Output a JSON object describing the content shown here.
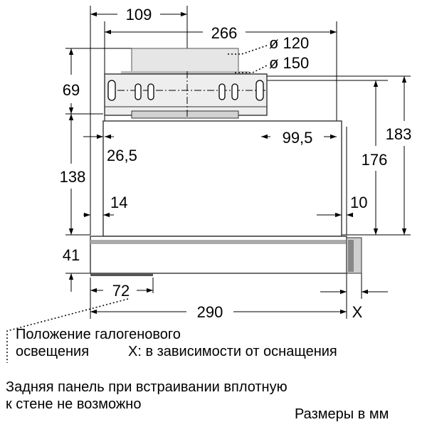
{
  "dimensions": {
    "w109": "109",
    "w266": "266",
    "d120": "ø 120",
    "d150": "ø 150",
    "h69": "69",
    "h183": "183",
    "h176": "176",
    "w99_5": "99,5",
    "w26_5": "26,5",
    "h138": "138",
    "w14": "14",
    "w10": "10",
    "h41": "41",
    "w72": "72",
    "w290": "290",
    "x": "X"
  },
  "notes": {
    "halogen_line1": "Положение галогенового",
    "halogen_line2": "освещения",
    "x_note": "X: в зависимости от оснащения",
    "rear_line1": "Задняя панель при встраивании вплотную",
    "rear_line2": "к стене не возможно",
    "units": "Размеры в мм"
  }
}
